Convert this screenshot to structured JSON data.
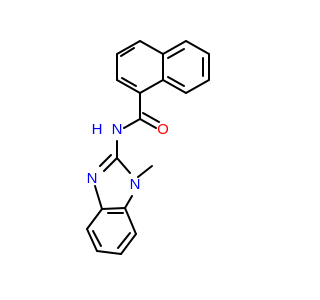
{
  "molecule": {
    "colors": {
      "carbon_bond": "#000000",
      "nitrogen": "#0000ff",
      "oxygen": "#ff0000",
      "background": "#ffffff"
    },
    "atoms": {
      "amide_oxygen": "O",
      "amide_nitrogen": "N",
      "amide_hydrogen": "H",
      "imidazole_n3": "N",
      "imidazole_n1": "N"
    }
  }
}
